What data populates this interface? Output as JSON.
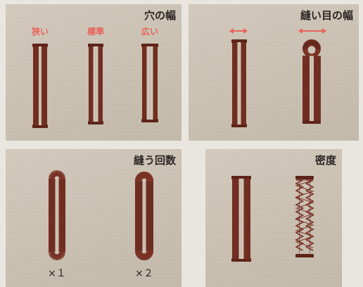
{
  "panels": {
    "width": {
      "title": "穴の幅",
      "labels": [
        "狭い",
        "標準",
        "広い"
      ]
    },
    "stitch_width": {
      "title": "縫い目の幅"
    },
    "repeat": {
      "title": "縫う回数",
      "labels": [
        "×１",
        "×２"
      ]
    },
    "density": {
      "title": "密度"
    }
  },
  "colors": {
    "thread": "#7a3326",
    "thread_dark": "#5e2419",
    "fabric": "#cfc5b6",
    "label": "#e8635a",
    "arrow": "#e8635a"
  }
}
